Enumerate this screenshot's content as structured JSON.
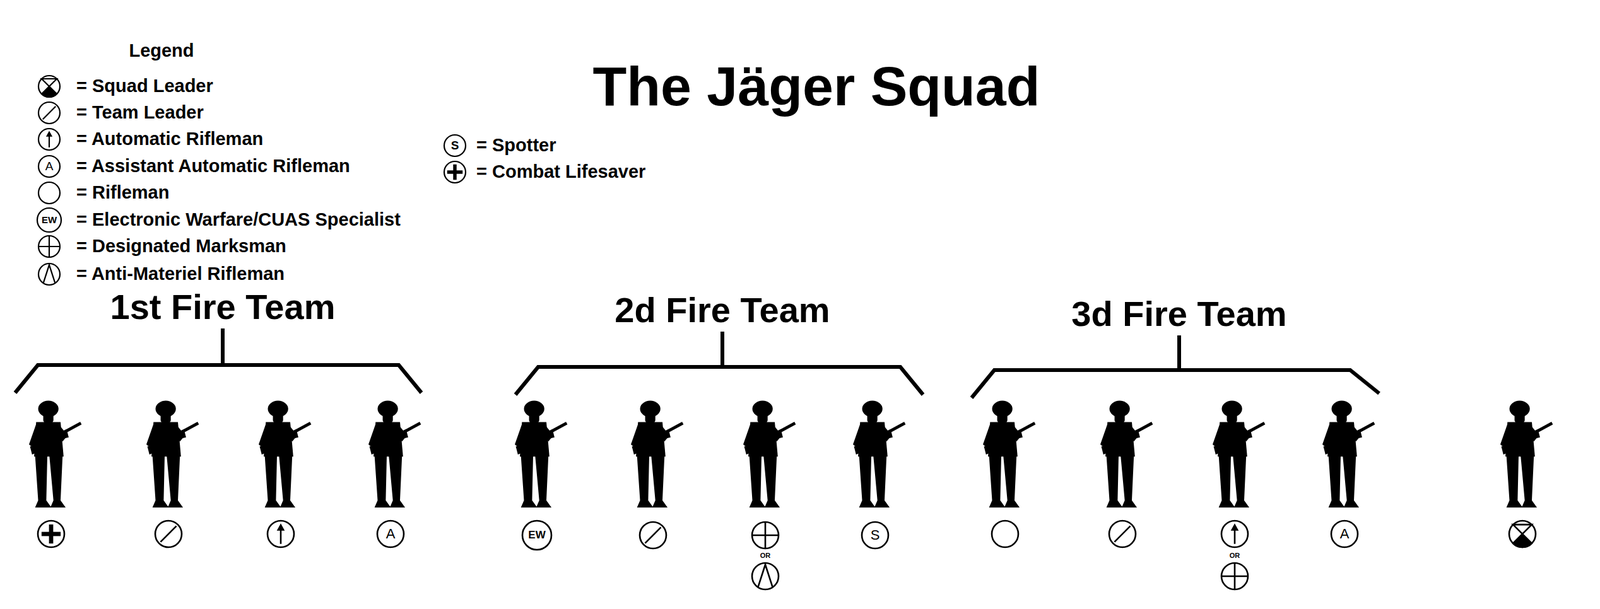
{
  "diagram": {
    "title": "The Jäger Squad",
    "labels": [
      "Legend",
      "A",
      "EW",
      "S",
      "1st Fire Team",
      "2d Fire Team",
      "3d Fire Team",
      "A",
      "EW",
      "OR",
      "S",
      "OR",
      "A"
    ],
    "legend": [
      {
        "text": "= Squad Leader"
      },
      {
        "text": "= Team Leader"
      },
      {
        "text": "= Automatic Rifleman"
      },
      {
        "text": "= Assistant Automatic Rifleman"
      },
      {
        "text": "= Rifleman"
      },
      {
        "text": "= Electronic Warfare/CUAS Specialist"
      },
      {
        "text": "= Designated Marksman"
      },
      {
        "text": "= Anti-Materiel Rifleman"
      },
      {
        "text": "= Spotter"
      },
      {
        "text": "= Combat Lifesaver"
      }
    ]
  }
}
